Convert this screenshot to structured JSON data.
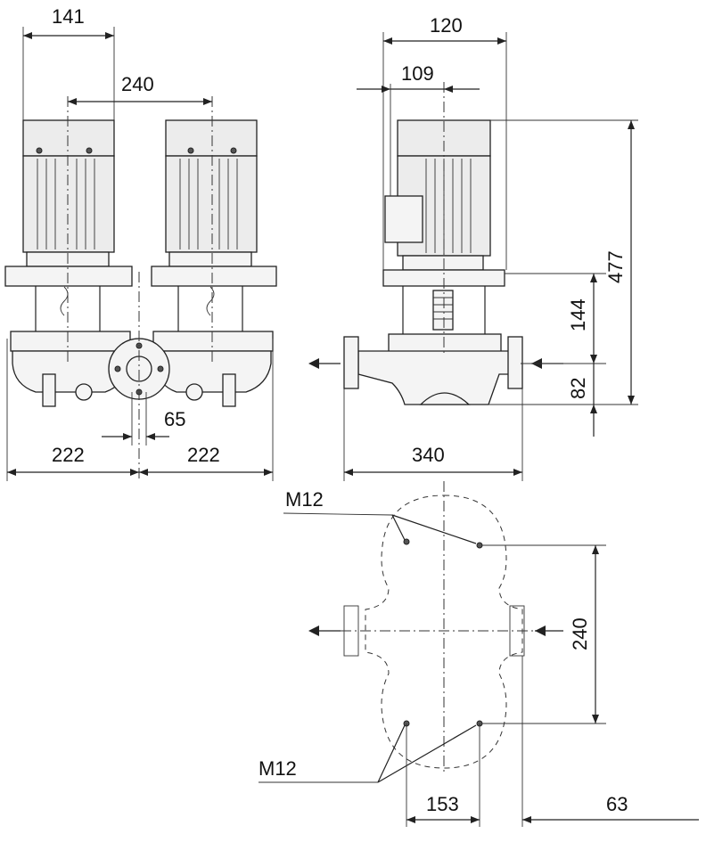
{
  "dimensions": {
    "front_width_141": "141",
    "front_spacing_240": "240",
    "front_pipe_65": "65",
    "front_left_222": "222",
    "front_right_222": "222",
    "side_width_120": "120",
    "side_offset_109": "109",
    "side_height_477": "477",
    "side_height_144": "144",
    "side_height_82": "82",
    "side_length_340": "340",
    "plan_bolt_spacing_240": "240",
    "plan_width_153": "153",
    "plan_offset_63": "63"
  },
  "labels": {
    "thread_top": "M12",
    "thread_bottom": "M12"
  }
}
